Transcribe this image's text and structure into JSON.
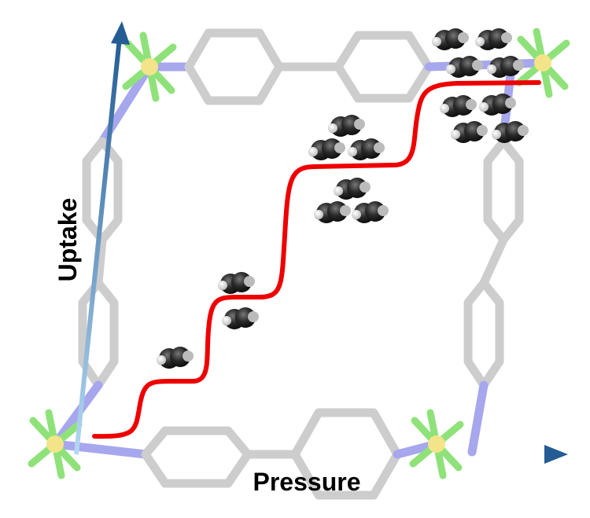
{
  "axes": {
    "x_label": "Pressure",
    "y_label": "Uptake"
  },
  "colors": {
    "axis_start": "#a9d0ee",
    "axis_end": "#245c94",
    "isotherm": "#ee0000",
    "framework": "#c8c8c8",
    "nitrogen": "#9b9bf0",
    "silicon": "#f3e48a",
    "fluorine": "#8fe27a",
    "molecule": "#2a2a2a"
  },
  "isotherm": {
    "steps": 4
  }
}
